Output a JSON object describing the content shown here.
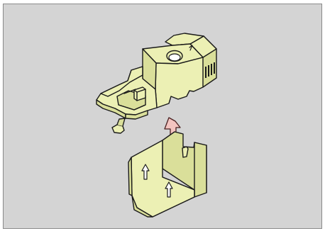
{
  "illustration": {
    "subject": "staple-cartridge-replacement",
    "parts": [
      {
        "name": "staple-case",
        "icon": "staple-case-icon"
      },
      {
        "name": "staple-cartridge",
        "icon": "staple-cartridge-icon"
      },
      {
        "name": "insert-remove-arrow",
        "icon": "double-arrow-icon"
      }
    ],
    "colors": {
      "panel_background": "#d4d4d4",
      "frame": "#8a8a8a",
      "part_fill": "#ecf0b4",
      "part_shade": "#dadf9a",
      "outline": "#1a1a1a",
      "arrow_fill": "#f3c4c0",
      "arrow_stroke": "#4a2020"
    }
  }
}
